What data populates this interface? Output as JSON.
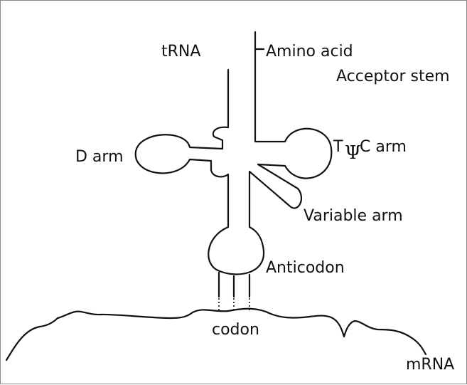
{
  "labels": {
    "trna": "tRNA",
    "amino_acid": "Amino acid",
    "acceptor_stem": "Acceptor stem",
    "d_arm": "D arm",
    "tpc_arm_t": "T",
    "tpc_arm_psi": "Ψ",
    "tpc_arm_c": "C arm",
    "variable_arm": "Variable arm",
    "anticodon": "Anticodon",
    "codon": "codon",
    "mrna": "mRNA"
  }
}
